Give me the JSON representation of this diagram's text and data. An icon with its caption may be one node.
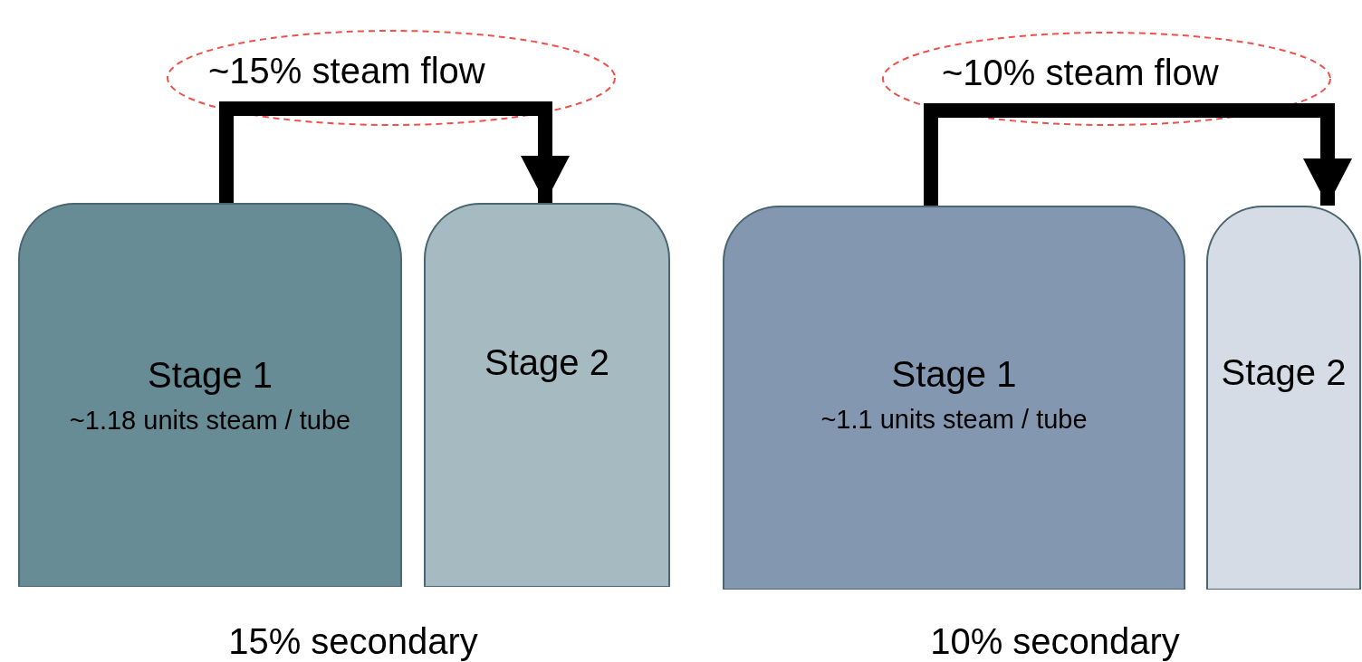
{
  "diagram": {
    "nodes": [
      {
        "text": [
          "Stage 1",
          "~1.18 units steam / tube"
        ]
      },
      {
        "text": [
          "Stage 2"
        ]
      },
      {
        "text": [
          "Stage 1",
          "~1.1 units steam / tube"
        ]
      },
      {
        "text": [
          "Stage 2"
        ]
      }
    ],
    "edges": [
      {
        "from": 0,
        "to": 1,
        "arrow": "to",
        "label": "~15% steam flow"
      },
      {
        "from": 2,
        "to": 3,
        "arrow": "to",
        "label": "~10% steam flow"
      }
    ],
    "labels": [
      "15% secondary",
      "10% secondary"
    ]
  }
}
